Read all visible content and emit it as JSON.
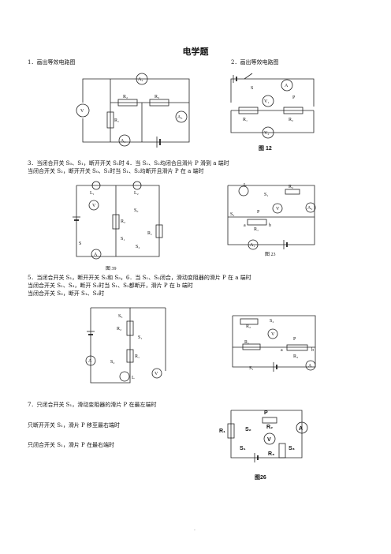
{
  "title": "电学题",
  "q1": "1．画出等效电路图",
  "q2": "2．画出等效电路图",
  "q3_line1": "3．当闭合开关 S₀、S₁，断开开关 S₂时  4．当 S₁、S₂均闭合且滑片 P 滑到 a 端时",
  "q3_line2": "当闭合开关 S₂，断开开关 S₀、S₁时当 S₁、S₂均断开且滑片 P 在 a 端时",
  "q5_line1": "5．当闭合开关 S₁，断开开关 S₂和 S₃，6．当 S₁、S₂闭合，滑动变阻器的滑片 P 在 a 端时",
  "q5_line2": "当闭合开关 S₁、S₃，断开 S₂时当 S₁、S₂都断开，滑片 P 在 b 端时",
  "q5_line3": "当闭合开关 S₃，断开 S₁、S₂时",
  "q7_line1": "7．只闭合开关 S₁，滑动变阻器的滑片 P 在最左端时",
  "q7_line2": "只断开开关 S₁，滑片 P 移至最右端时",
  "q7_line3": "只闭合开关 S₁，滑片 P 在最右端时",
  "fig1_labels": {
    "v": "V",
    "a2": "A₂",
    "r2": "R₂",
    "r3": "R₃",
    "r1": "R₁",
    "a3": "A₃",
    "a1": "A₁"
  },
  "fig2_labels": {
    "caption": "图 12",
    "s": "S",
    "a": "A",
    "v1": "V₁",
    "p": "P",
    "r1": "R₁",
    "r2": "R₂",
    "v2": "V₂"
  },
  "fig3_labels": {
    "caption": "图 39",
    "l1": "L₁",
    "l2": "L₂",
    "v": "V",
    "r2": "R₂",
    "s0": "S₀",
    "s1": "S₁",
    "s2": "S₂",
    "r1": "R₁",
    "s": "S",
    "a": "A"
  },
  "fig4_labels": {
    "caption": "图 23",
    "l": "L",
    "s1": "S₁",
    "r2": "R₂",
    "s2": "S₂",
    "v": "V",
    "a2": "A₂",
    "p": "P",
    "a": "a",
    "b": "b",
    "r1": "R₁",
    "a1": "A₁"
  },
  "fig5_labels": {
    "s3": "S₃",
    "r2": "R₂",
    "s1": "S₁",
    "r1": "R₁",
    "a": "A",
    "s2": "S₂",
    "l": "L",
    "v": "V"
  },
  "fig6_labels": {
    "r2": "R₂",
    "s2": "S₂",
    "v": "V",
    "r1": "R₁",
    "p": "P",
    "a": "a",
    "b": "b",
    "r3": "R₃",
    "s1": "S₁",
    "am": "A"
  },
  "fig7_labels": {
    "caption": "图26",
    "p": "P",
    "r2": "R₂",
    "a": "A",
    "r1": "R₁",
    "s2": "S₂",
    "v": "V",
    "s1": "S₁",
    "r3": "R₃",
    "s3": "S₃"
  },
  "footer_mark": "."
}
